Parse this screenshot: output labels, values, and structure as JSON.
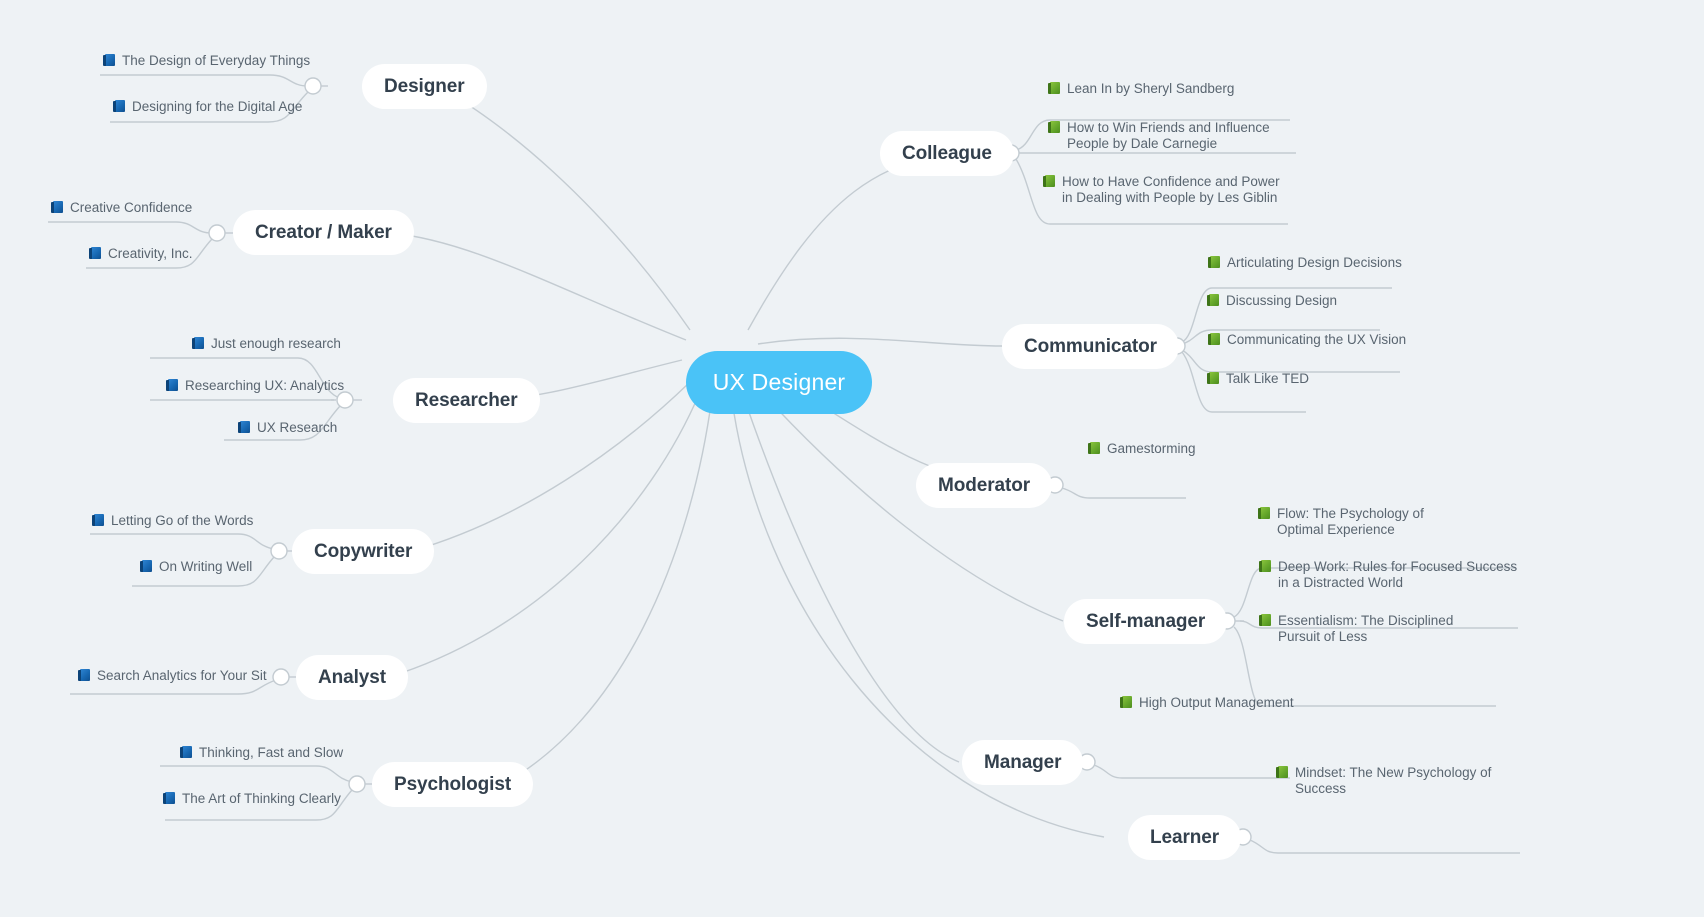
{
  "theme": {
    "background": "#eef2f5",
    "central_fill": "#4ac3f7",
    "central_text": "#ffffff",
    "branch_fill": "#ffffff",
    "branch_text": "#33404d",
    "leaf_text": "#596570",
    "link_stroke": "#c3cbd1",
    "icon_blue": "#1666b0",
    "icon_green": "#63a52a"
  },
  "central": {
    "label": "UX Designer"
  },
  "branches": [
    {
      "id": "designer",
      "label": "Designer",
      "side": "left",
      "icon": "book-blue",
      "items": [
        {
          "label": "The Design of Everyday Things"
        },
        {
          "label": "Designing for the Digital Age"
        }
      ]
    },
    {
      "id": "creator-maker",
      "label": "Creator / Maker",
      "side": "left",
      "icon": "book-blue",
      "items": [
        {
          "label": "Creative Confidence"
        },
        {
          "label": "Creativity, Inc."
        }
      ]
    },
    {
      "id": "researcher",
      "label": "Researcher",
      "side": "left",
      "icon": "book-blue",
      "items": [
        {
          "label": "Just enough research"
        },
        {
          "label": "Researching UX: Analytics"
        },
        {
          "label": "UX Research"
        }
      ]
    },
    {
      "id": "copywriter",
      "label": "Copywriter",
      "side": "left",
      "icon": "book-blue",
      "items": [
        {
          "label": "Letting Go of the Words"
        },
        {
          "label": "On Writing Well"
        }
      ]
    },
    {
      "id": "analyst",
      "label": "Analyst",
      "side": "left",
      "icon": "book-blue",
      "items": [
        {
          "label": "Search Analytics for Your Sit"
        }
      ]
    },
    {
      "id": "psychologist",
      "label": "Psychologist",
      "side": "left",
      "icon": "book-blue",
      "items": [
        {
          "label": "Thinking, Fast and Slow"
        },
        {
          "label": "The Art of Thinking Clearly"
        }
      ]
    },
    {
      "id": "colleague",
      "label": "Colleague",
      "side": "right",
      "icon": "book-green",
      "items": [
        {
          "label": "Lean In by Sheryl Sandberg"
        },
        {
          "label": "How to Win Friends and Influence People by Dale Carnegie"
        },
        {
          "label": "How to Have Confidence and Power in Dealing with People by Les Giblin"
        }
      ]
    },
    {
      "id": "communicator",
      "label": "Communicator",
      "side": "right",
      "icon": "book-green",
      "items": [
        {
          "label": "Articulating Design Decisions"
        },
        {
          "label": "Discussing Design"
        },
        {
          "label": "Communicating the UX Vision"
        },
        {
          "label": "Talk Like TED"
        }
      ]
    },
    {
      "id": "moderator",
      "label": "Moderator",
      "side": "right",
      "icon": "book-green",
      "items": [
        {
          "label": "Gamestorming"
        }
      ]
    },
    {
      "id": "self-manager",
      "label": "Self-manager",
      "side": "right",
      "icon": "book-green",
      "items": [
        {
          "label": "Flow: The Psychology of Optimal Experience"
        },
        {
          "label": "Deep Work: Rules for Focused Success in a Distracted World"
        },
        {
          "label": "Essentialism: The Disciplined Pursuit of Less"
        }
      ]
    },
    {
      "id": "manager",
      "label": "Manager",
      "side": "right",
      "icon": "book-green",
      "items": [
        {
          "label": "High Output Management"
        }
      ]
    },
    {
      "id": "learner",
      "label": "Learner",
      "side": "right",
      "icon": "book-green",
      "items": [
        {
          "label": "Mindset: The New Psychology of Success"
        }
      ]
    }
  ]
}
